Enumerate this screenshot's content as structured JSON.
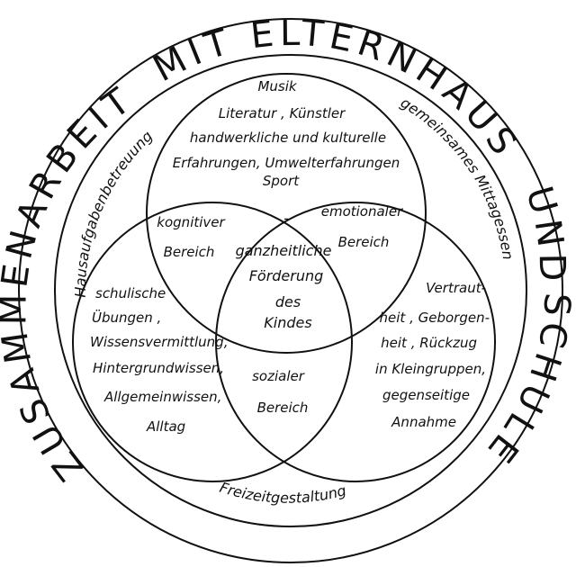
{
  "outer_ring": {
    "top": "MIT ELTERNHAUS",
    "right": "UND",
    "bottom_right": "SCHULE",
    "left": "ZUSAMMENARBEIT"
  },
  "inner_ring": {
    "left": "Hausaufgabenbetreuung",
    "right": "gemeinsames Mittagessen",
    "bottom": "Freizeitgestaltung"
  },
  "top_circle": {
    "lines": [
      "Musik",
      "Literatur , Künstler",
      "handwerkliche   und  kulturelle",
      "Erfahrungen, Umwelterfahrungen",
      "Sport"
    ]
  },
  "overlaps": {
    "cognitive": [
      "kognitiver",
      "Bereich"
    ],
    "emotional": [
      "emotionaler",
      "Bereich"
    ],
    "social": [
      "sozialer",
      "Bereich"
    ],
    "center_dash": "-",
    "center": [
      "ganzheitliche",
      "Förderung",
      "des",
      "Kindes"
    ]
  },
  "left_circle": {
    "lines": [
      "schulische",
      "Übungen ,",
      "Wissensvermittlung,",
      "Hintergrundwissen,",
      "Allgemeinwissen,",
      "Alltag"
    ]
  },
  "right_circle": {
    "lines": [
      "Vertraut-",
      "heit , Geborgen-",
      "heit , Rückzug",
      "in Kleingruppen,",
      "gegenseitige",
      "Annahme"
    ]
  }
}
